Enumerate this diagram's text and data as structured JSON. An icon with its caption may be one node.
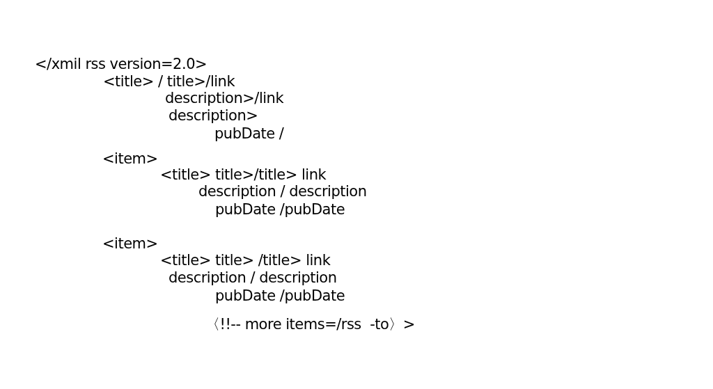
{
  "diagram": {
    "labels": [
      "</xmil rss version=2.0>",
      "<title> / title>/link",
      "description>/link",
      "description>",
      "pubDate /",
      "<item>",
      "<title> title>/title> link",
      "description / description",
      "pubDate /pubDate",
      "<item>",
      "<title> title> /title> link",
      "description / description",
      "pubDate /pubDate",
      "〈!!-- more items=/rss  -to〉>"
    ]
  }
}
